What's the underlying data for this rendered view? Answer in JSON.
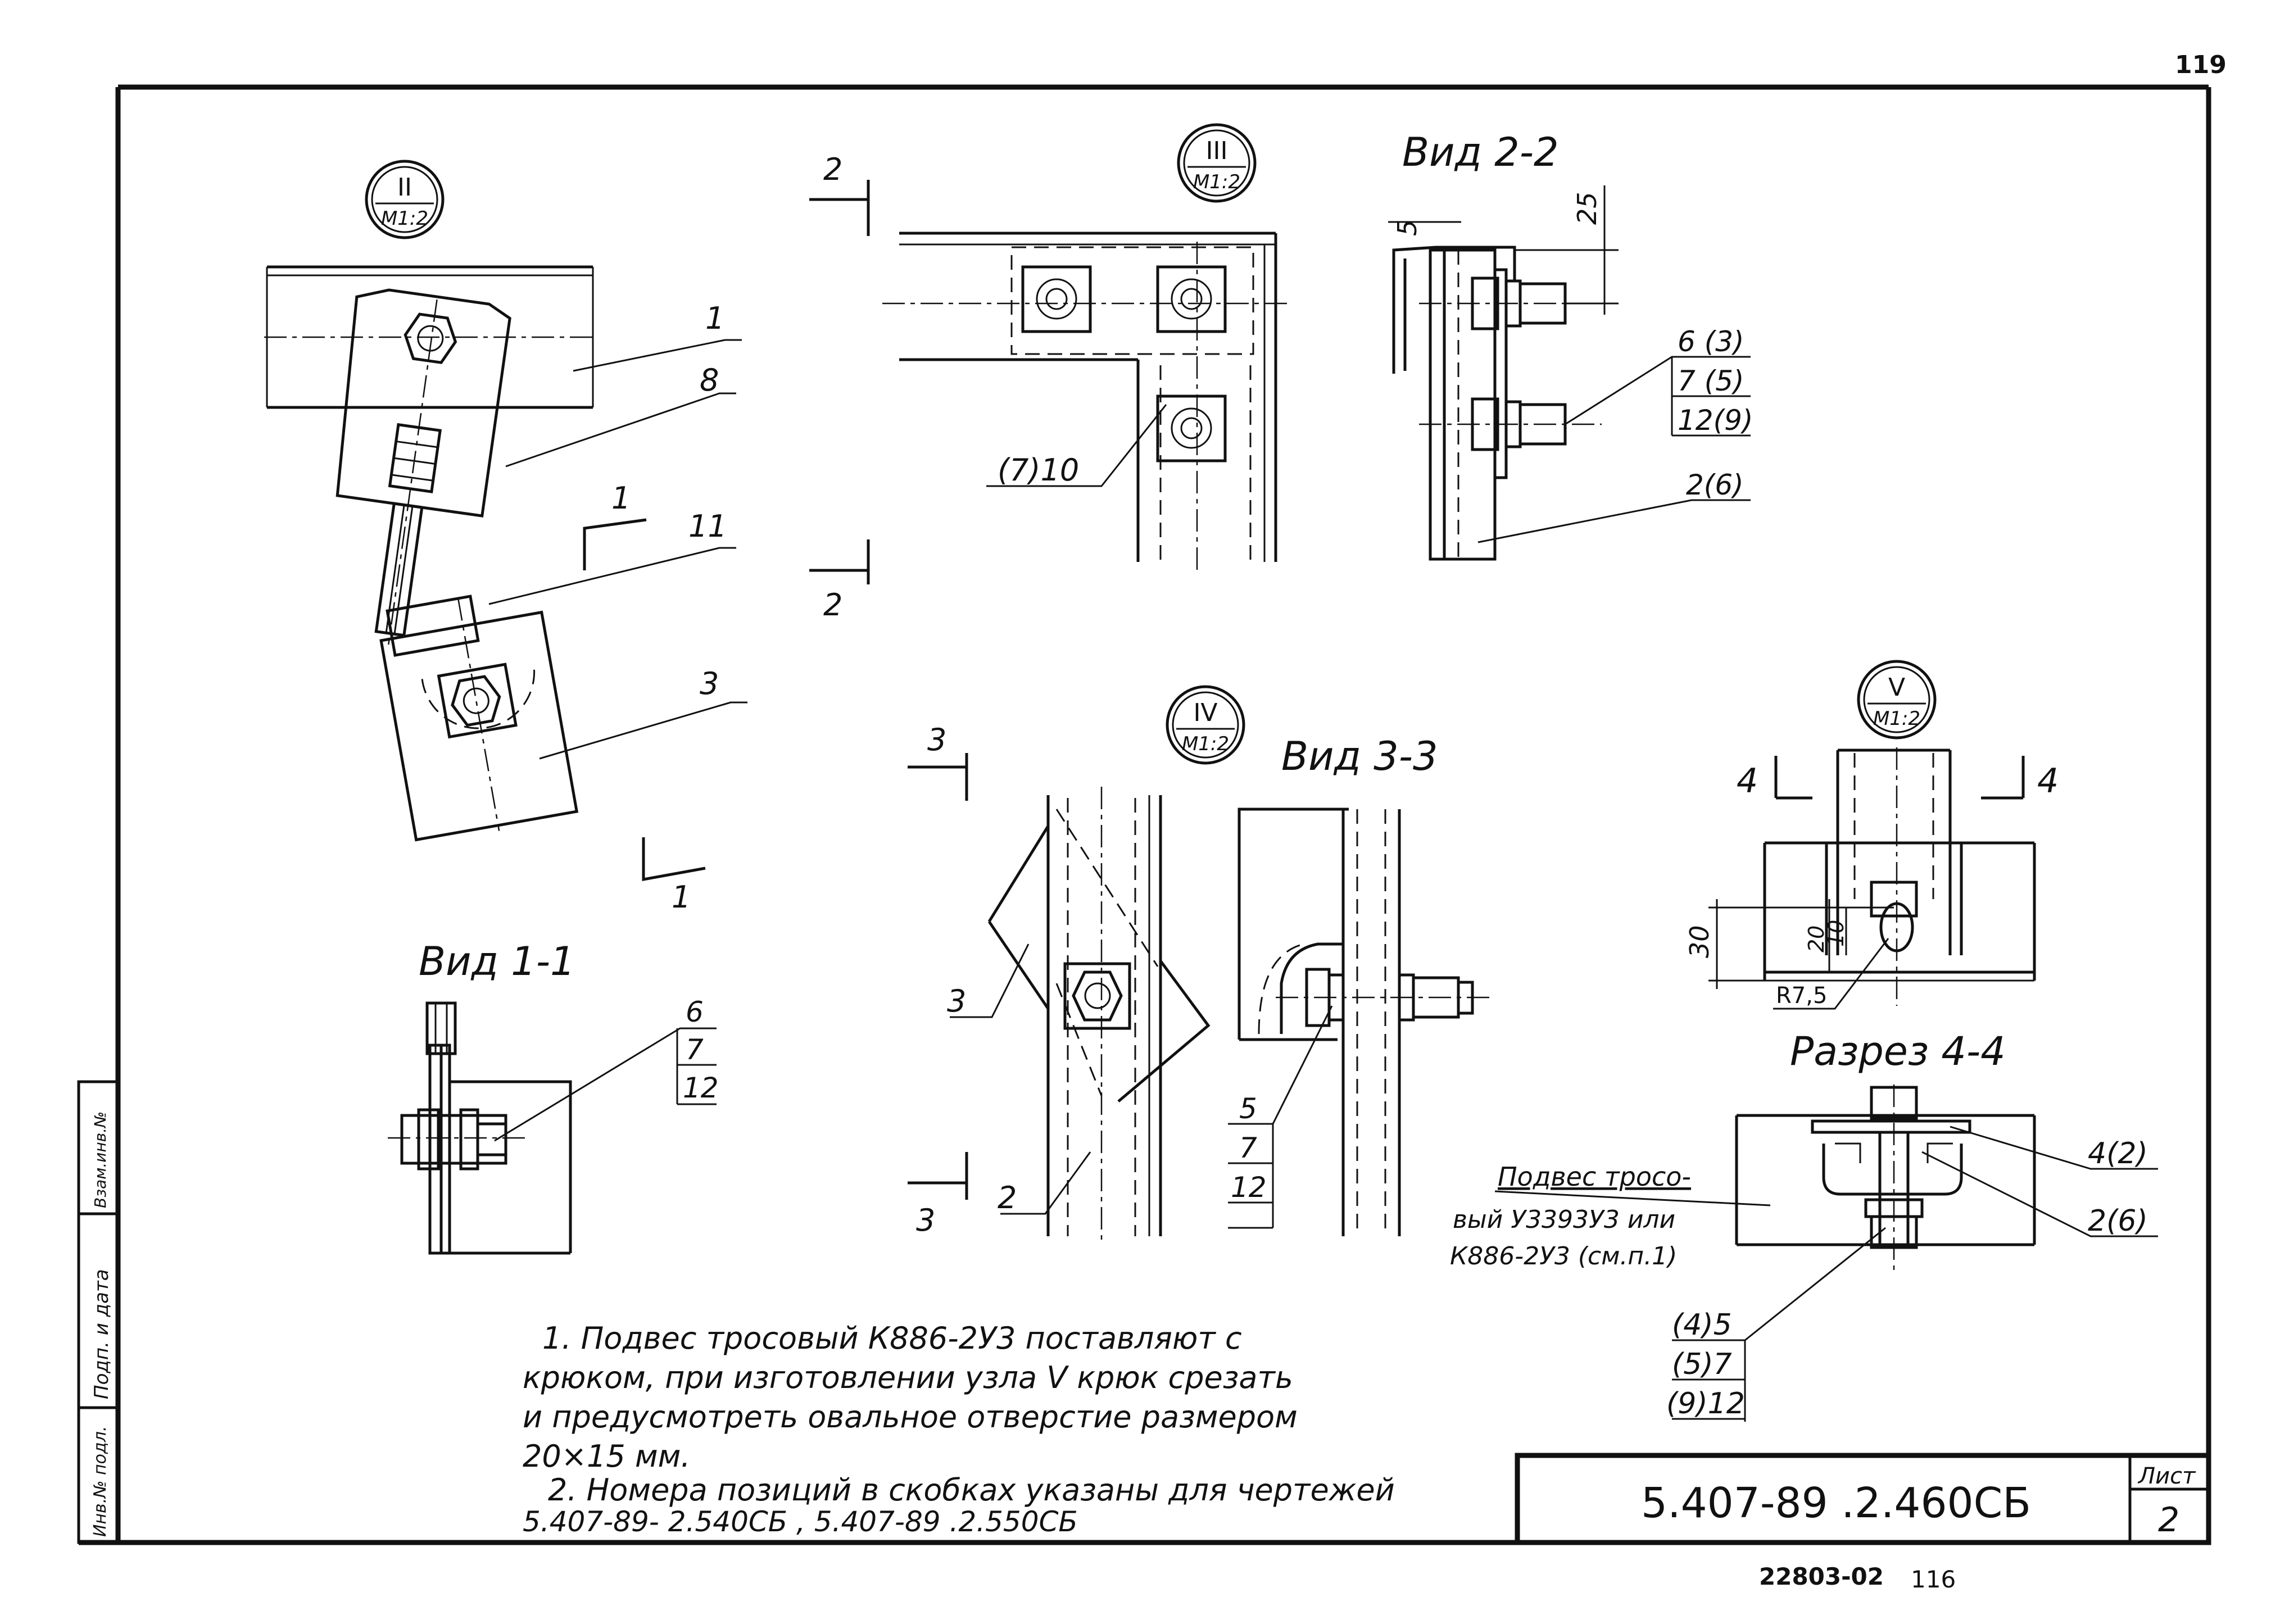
{
  "page_number": "119",
  "frame_title": "Конструкция узлов (узлы II–V, виды и разрезы)",
  "node_II": {
    "roman": "II",
    "scale": "M1:2"
  },
  "node_III": {
    "roman": "III",
    "scale": "M1:2"
  },
  "node_IV": {
    "roman": "IV",
    "scale": "M1:2"
  },
  "node_V": {
    "roman": "V",
    "scale": "M1:2"
  },
  "view_1_1": "Вид 1-1",
  "view_2_2": "Вид 2-2",
  "view_3_3": "Вид 3-3",
  "section_4_4": "Разрез 4-4",
  "cut_marks": {
    "c1": "1",
    "c2": "2",
    "c3": "3",
    "c4": "4"
  },
  "positions_II": {
    "p1": "1",
    "p8": "8",
    "p11": "11",
    "p3": "3"
  },
  "positions_III": {
    "p10": "(7)10"
  },
  "positions_2_2": {
    "a": "6 (3)",
    "b": "7 (5)",
    "c": "12(9)",
    "d": "2(6)"
  },
  "dims_2_2": {
    "d5": "5",
    "d25": "25"
  },
  "positions_1_1": {
    "a": "6",
    "b": "7",
    "c": "12"
  },
  "positions_IV": {
    "p3": "3",
    "p2": "2"
  },
  "positions_3_3": {
    "a": "5",
    "b": "7",
    "c": "12"
  },
  "dims_V": {
    "d30": "30",
    "d20": "20",
    "d10": "10",
    "r": "R7,5"
  },
  "positions_4_4": {
    "p4": "4(2)",
    "p2": "2(6)",
    "a": "(4)5",
    "b": "(5)7",
    "c": "(9)12",
    "cable_line1": "Подвес тросо-",
    "cable_line2": "вый У3393У3 или",
    "cable_line3": "К886-2У3 (см.п.1)"
  },
  "notes": [
    "1. Подвес тросовый К886-2У3 поставляют с",
    "крюком, при изготовлении узла V крюк срезать",
    "и предусмотреть овальное отверстие размером",
    "20×15 мм.",
    "2. Номера позиций в скобках указаны для чертежей",
    "5.407-89- 2.540СБ ,  5.407-89 .2.550СБ"
  ],
  "side_stamp": {
    "f1": "Инв.№ подл.",
    "f2": "Подп. и дата",
    "f3": "Взам.инв.№"
  },
  "title_block": {
    "doc_code": "5.407-89 .2.460СБ",
    "sheet_label": "Лист",
    "sheet_number": "2"
  },
  "order_number": "22803-02",
  "order_suffix": "116"
}
